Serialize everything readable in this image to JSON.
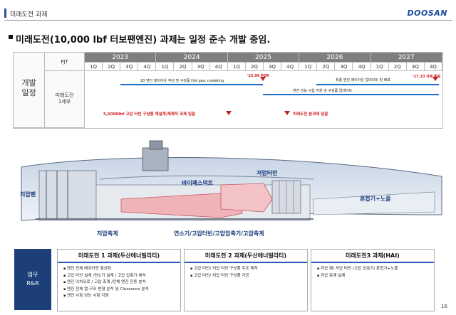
{
  "header": {
    "section_title": "미래도전 과제",
    "logo": "DOOSAN"
  },
  "headline": "미래도전(10,000 lbf 터보팬엔진) 과제는 일정 준수 개발 중임.",
  "schedule": {
    "row_label": "개발\n일정",
    "pjt_label": "PJT",
    "task_label": "미래도전\n1세부",
    "years": [
      "2023",
      "2024",
      "2025",
      "2026",
      "2027"
    ],
    "quarters": [
      "1Q",
      "2Q",
      "3Q",
      "4Q",
      "1Q",
      "2Q",
      "3Q",
      "4Q",
      "1Q",
      "2Q",
      "3Q",
      "4Q",
      "1Q",
      "2Q",
      "3Q",
      "4Q",
      "1Q",
      "2Q",
      "3Q",
      "4Q"
    ],
    "notes": {
      "upper": "20 엔진 레이아웃 작성 및 구성품 Hot geo. modeling",
      "pdr": "'25.06 PDR",
      "right_upper": "최종 엔진 레이아웃 업데이트 및 배포",
      "end": "'27.10 과제 종료",
      "mid": "엔진 성능 시험 지원 및 구성품 업데이트",
      "milestone1": "5,5000lbf 고압 터빈 구성품 제설계/제제작 과제 입찰",
      "milestone2": "미래도전 본과제 입찰"
    }
  },
  "diagram": {
    "labels": {
      "fan": "저압팬",
      "bypass": "바이패스덕트",
      "lpt": "저압터빈",
      "mix": "혼합기+노즐",
      "lp_shaft": "저압축계",
      "hot": "연소기/고압터빈/고압압축기/고압축계"
    }
  },
  "rr_label": "업무\nR&R",
  "boxes": [
    {
      "title": "미래도전 1 과제(두산에너빌리티)",
      "items": [
        "엔진 전체 레이아웃 형상화",
        "고압 터빈 설계 /연소기 설계 / 고압 압축기 해석",
        "엔진 이차유로 / 고압 축계 /전체 엔진 진동 분석",
        "엔진 전체 열-구조 변형 분석 및 Clearance 분석",
        "엔진 시험 성능 시험 지원"
      ]
    },
    {
      "title": "미래도전 2 과제(두산에너빌리티)",
      "items": [
        "고압 터빈/ 저압 터빈 구성품 주조 제작",
        "고압 터빈/ 저압 터빈 구성품 가공"
      ]
    },
    {
      "title": "미래도전3 과제(HAI)",
      "items": [
        "저압 팬/ 저압 터빈 /고압 압축기/ 혼합기+노즐",
        "저압 축계 설계"
      ]
    }
  ],
  "page_number": "16",
  "colors": {
    "accent": "#1c3f7a",
    "timeline": "#1e6fc8",
    "milestone": "#c02020"
  }
}
